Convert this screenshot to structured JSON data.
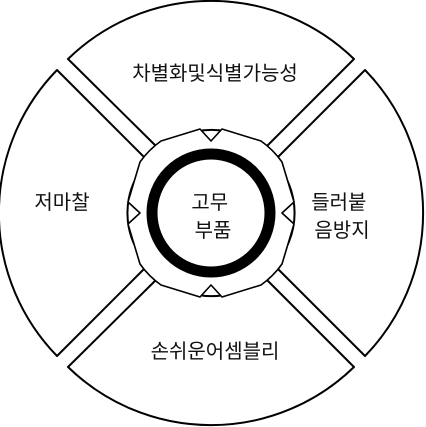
{
  "diagram": {
    "center": {
      "lines": [
        "고무",
        "부품"
      ]
    },
    "segments": {
      "top": {
        "lines": [
          "차별화및식별가능성"
        ]
      },
      "right": {
        "lines": [
          "들러붙",
          "음방지"
        ]
      },
      "bottom": {
        "lines": [
          "손쉬운어셈블리"
        ]
      },
      "left": {
        "lines": [
          "저마찰"
        ]
      }
    }
  }
}
